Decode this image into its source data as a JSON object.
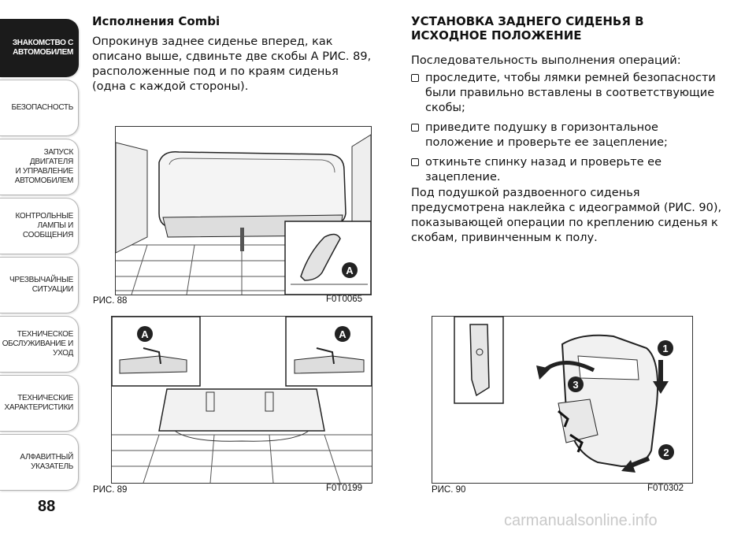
{
  "sidebar": {
    "tabs": [
      {
        "label": "ЗНАКОМСТВО С\nАВТОМОБИЛЕМ",
        "active": true
      },
      {
        "label": "БЕЗОПАСНОСТЬ",
        "active": false
      },
      {
        "label": "ЗАПУСК ДВИГАТЕЛЯ\nИ УПРАВЛЕНИЕ\nАВТОМОБИЛЕМ",
        "active": false
      },
      {
        "label": "КОНТРОЛЬНЫЕ\nЛАМПЫ И\nСООБЩЕНИЯ",
        "active": false
      },
      {
        "label": "ЧРЕЗВЫЧАЙНЫЕ\nСИТУАЦИИ",
        "active": false
      },
      {
        "label": "ТЕХНИЧЕСКОЕ\nОБСЛУЖИВАНИЕ И\nУХОД",
        "active": false
      },
      {
        "label": "ТЕХНИЧЕСКИЕ\nХАРАКТЕРИСТИКИ",
        "active": false
      },
      {
        "label": "АЛФАВИТНЫЙ\nУКАЗАТЕЛЬ",
        "active": false
      }
    ]
  },
  "page_number": "88",
  "left": {
    "heading": "Исполнения Combi",
    "paragraph": "Опрокинув заднее сиденье вперед, как описано выше, сдвиньте две скобы A РИС. 89, расположенные под и по краям сиденья (одна с каждой стороны)."
  },
  "right": {
    "heading": "УСТАНОВКА ЗАДНЕГО СИДЕНЬЯ В ИСХОДНОЕ ПОЛОЖЕНИЕ",
    "intro": "Последовательность выполнения операций:",
    "steps": [
      "проследите, чтобы лямки ремней безопасности были правильно вставлены в соответствующие скобы;",
      "приведите подушку в горизонтальное положение и проверьте ее зацепление;",
      "откиньте спинку назад и проверьте ее зацепление."
    ],
    "note": "Под подушкой раздвоенного сиденья предусмотрена наклейка с идеограммой (РИС. 90), показывающей операции по креплению сиденья к скобам, привинченным к полу."
  },
  "figures": {
    "fig88": {
      "caption": "РИС. 88",
      "code": "F0T0065",
      "callout": "A"
    },
    "fig89": {
      "caption": "РИС. 89",
      "code": "F0T0199",
      "callout_left": "A",
      "callout_right": "A"
    },
    "fig90": {
      "caption": "РИС. 90",
      "code": "F0T0302",
      "step1": "1",
      "step2": "2",
      "step3": "3"
    }
  },
  "watermark": "carmanualsonline.info"
}
